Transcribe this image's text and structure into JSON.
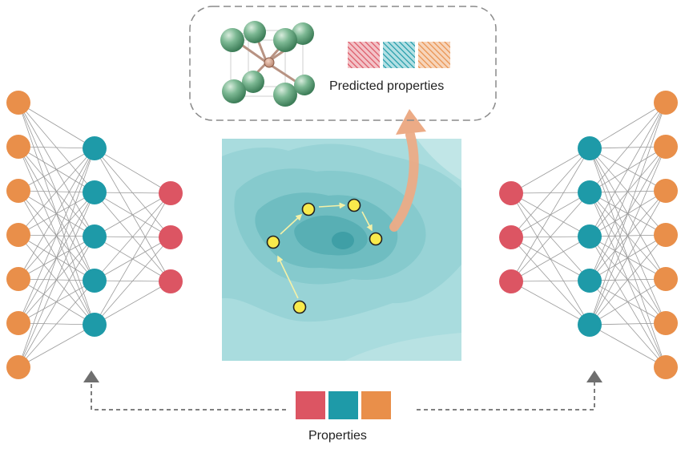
{
  "labels": {
    "predicted_properties": "Predicted properties",
    "properties": "Properties"
  },
  "colors": {
    "input_node": "#e98f4a",
    "hidden_node": "#1e9aa8",
    "output_node": "#dc5563",
    "latent_bg": "#a9dcde",
    "latent_contour_1": "#94d1d4",
    "latent_contour_2": "#7cc4c8",
    "latent_contour_3": "#62b6bb",
    "latent_core": "#3f9fa6",
    "path_point": "#f8ea4c",
    "arrow_orange": "#ecab86",
    "atom": "#5aa178",
    "connector": "#9a9a9a"
  },
  "networks": {
    "encoder": {
      "layers": [
        7,
        5,
        3
      ]
    },
    "decoder": {
      "layers": [
        3,
        5,
        7
      ]
    }
  },
  "property_swatches": [
    {
      "name": "property-red",
      "color": "#dc5563"
    },
    {
      "name": "property-teal",
      "color": "#1e9aa8"
    },
    {
      "name": "property-orange",
      "color": "#e98f4a"
    }
  ]
}
